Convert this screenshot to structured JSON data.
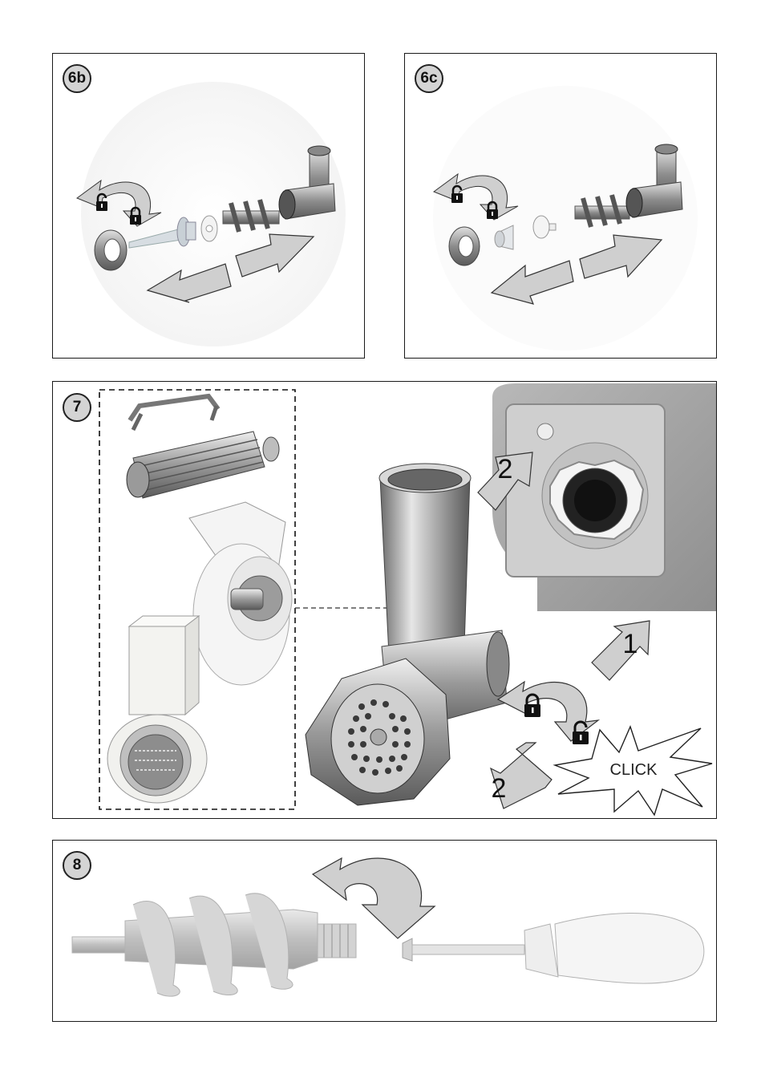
{
  "steps": {
    "s6b": {
      "label": "6b"
    },
    "s6c": {
      "label": "6c"
    },
    "s7": {
      "label": "7",
      "arrow_top": "2",
      "arrow_right": "1",
      "arrow_bottom": "2",
      "click_text": "CLICK"
    },
    "s8": {
      "label": "8"
    }
  },
  "colors": {
    "arrow_fill": "#cfcfcf",
    "metal": "#a9a9a9",
    "border": "#1a1a1a",
    "nylon": "#f2f2f2"
  },
  "icons": [
    "lock-icon",
    "unlock-icon",
    "rotate-arrow-icon",
    "click-burst-icon"
  ]
}
